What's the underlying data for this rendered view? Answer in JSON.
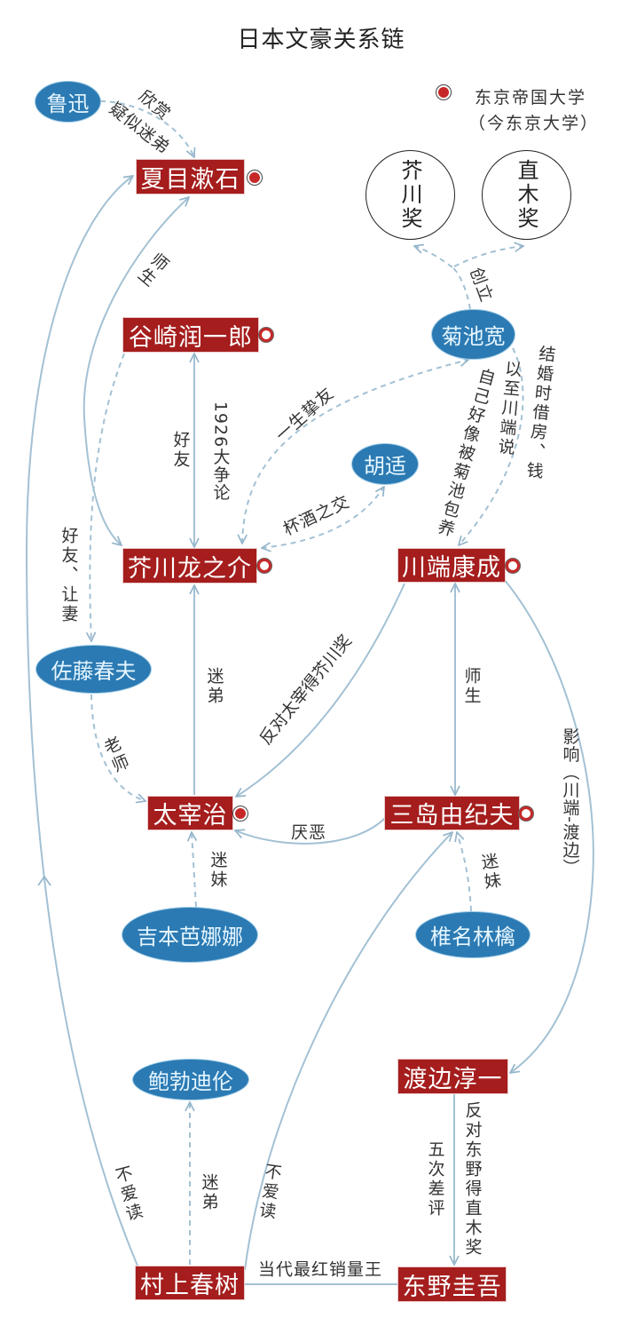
{
  "title": "日本文豪关系链",
  "legend": {
    "marker": "red-dot",
    "line1": "东京帝国大学",
    "line2": "（今东京大学）"
  },
  "colors": {
    "writer_box": "#a51d1d",
    "related_person_ellipse": "#2b7ab3",
    "relation_line": "#a3c1d4",
    "tokyo_univ_dot": "#c62828",
    "label_text": "#333333"
  },
  "awards": {
    "akutagawa_prize": "芥川奖",
    "naoki_prize": "直木奖"
  },
  "writers": {
    "natsume": {
      "name": "夏目漱石",
      "tokyo_univ": "filled"
    },
    "tanizaki": {
      "name": "谷崎润一郎",
      "tokyo_univ": "ring"
    },
    "akutagawa": {
      "name": "芥川龙之介",
      "tokyo_univ": "ring"
    },
    "kawabata": {
      "name": "川端康成",
      "tokyo_univ": "ring"
    },
    "dazai": {
      "name": "太宰治",
      "tokyo_univ": "filled"
    },
    "mishima": {
      "name": "三岛由纪夫",
      "tokyo_univ": "ring"
    },
    "watanabe": {
      "name": "渡边淳一"
    },
    "murakami": {
      "name": "村上春树"
    },
    "higashino": {
      "name": "东野圭吾"
    }
  },
  "others": {
    "luxun": "鲁迅",
    "kikuchi": "菊池宽",
    "hushi": "胡适",
    "sato": "佐藤春夫",
    "yoshimoto": "吉本芭娜娜",
    "shiina": "椎名林檎",
    "dylan": "鲍勃迪伦"
  },
  "edges": [
    {
      "from": "鲁迅",
      "to": "夏目漱石",
      "style": "dashed",
      "labels": [
        "欣赏",
        "疑似迷弟"
      ]
    },
    {
      "from": "夏目漱石",
      "to": "芥川龙之介",
      "style": "solid",
      "direction": "both",
      "labels": [
        "师生"
      ]
    },
    {
      "from": "村上春树",
      "to": "夏目漱石",
      "style": "solid",
      "labels": [
        "不爱读"
      ]
    },
    {
      "from": "谷崎润一郎",
      "to": "芥川龙之介",
      "style": "solid",
      "direction": "both",
      "labels": [
        "好友",
        "1926大争论"
      ]
    },
    {
      "from": "谷崎润一郎",
      "to": "佐藤春夫",
      "style": "dashed",
      "labels": [
        "好友、让妻"
      ]
    },
    {
      "from": "芥川龙之介",
      "to": "菊池宽",
      "style": "dashed",
      "direction": "both",
      "labels": [
        "一生挚友"
      ]
    },
    {
      "from": "芥川龙之介",
      "to": "胡适",
      "style": "dashed",
      "direction": "both",
      "labels": [
        "杯酒之交"
      ]
    },
    {
      "from": "菊池宽",
      "to": "芥川奖 / 直木奖",
      "style": "dashed",
      "labels": [
        "创立"
      ]
    },
    {
      "from": "菊池宽",
      "to": "川端康成",
      "style": "dashed",
      "labels": [
        "结婚时借房、钱",
        "以至川端说",
        "自己好像被菊池包养"
      ]
    },
    {
      "from": "太宰治",
      "to": "芥川龙之介",
      "style": "solid",
      "labels": [
        "迷弟"
      ]
    },
    {
      "from": "佐藤春夫",
      "to": "太宰治",
      "style": "dashed",
      "labels": [
        "老师"
      ]
    },
    {
      "from": "川端康成",
      "to": "太宰治",
      "style": "solid",
      "labels": [
        "反对太宰得芥川奖"
      ]
    },
    {
      "from": "川端康成",
      "to": "三岛由纪夫",
      "style": "solid",
      "direction": "both",
      "labels": [
        "师生"
      ]
    },
    {
      "from": "三岛由纪夫",
      "to": "太宰治",
      "style": "solid",
      "labels": [
        "厌恶"
      ]
    },
    {
      "from": "吉本芭娜娜",
      "to": "太宰治",
      "style": "dashed",
      "labels": [
        "迷妹"
      ]
    },
    {
      "from": "椎名林檎",
      "to": "三岛由纪夫",
      "style": "dashed",
      "labels": [
        "迷妹"
      ]
    },
    {
      "from": "川端康成",
      "to": "渡边淳一",
      "style": "solid",
      "labels": [
        "影响（川端-渡边）"
      ]
    },
    {
      "from": "村上春树",
      "to": "三岛由纪夫",
      "style": "solid",
      "labels": [
        "不爱读"
      ]
    },
    {
      "from": "村上春树",
      "to": "鲍勃迪伦",
      "style": "dashed",
      "labels": [
        "迷弟"
      ]
    },
    {
      "from": "村上春树",
      "to": "东野圭吾",
      "style": "solid",
      "direction": "none",
      "labels": [
        "当代最红销量王"
      ]
    },
    {
      "from": "渡边淳一",
      "to": "东野圭吾",
      "style": "solid",
      "labels": [
        "五次差评",
        "反对东野得直木奖"
      ]
    }
  ]
}
